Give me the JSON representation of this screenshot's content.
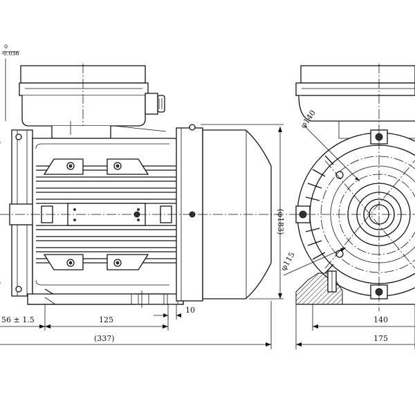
{
  "dimensions": {
    "shaft_offset": "56 ± 1.5",
    "foot_hole_spacing_side": "125",
    "foot_width": "10",
    "overall_length": "(337)",
    "frame_diameter": "(φ183)",
    "flange_diameter": "φ140",
    "bolt_circle": "φ115",
    "foot_spacing_front": "140",
    "front_width": "175",
    "tolerance_upper": "0",
    "tolerance_lower": "-0.036"
  }
}
